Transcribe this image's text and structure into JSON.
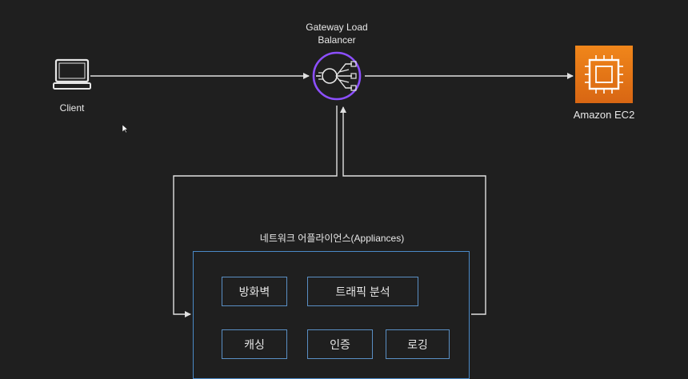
{
  "nodes": {
    "client": {
      "label": "Client"
    },
    "gwlb": {
      "label_line1": "Gateway Load",
      "label_line2": "Balancer"
    },
    "ec2": {
      "label": "Amazon EC2"
    }
  },
  "appliances": {
    "title": "네트워크 어플라이언스(Appliances)",
    "functions": [
      "방화벽",
      "트래픽 분석",
      "캐싱",
      "인증",
      "로깅"
    ]
  },
  "colors": {
    "background": "#1f1f1f",
    "line": "#e0e0e0",
    "gwlb_accent": "#8c4fff",
    "ec2_orange": "#e8781a",
    "box_border": "#4a89c7"
  },
  "icons": {
    "client": "laptop-icon",
    "gwlb": "gateway-load-balancer-icon",
    "ec2": "ec2-instance-icon",
    "cursor": "mouse-pointer-icon"
  }
}
